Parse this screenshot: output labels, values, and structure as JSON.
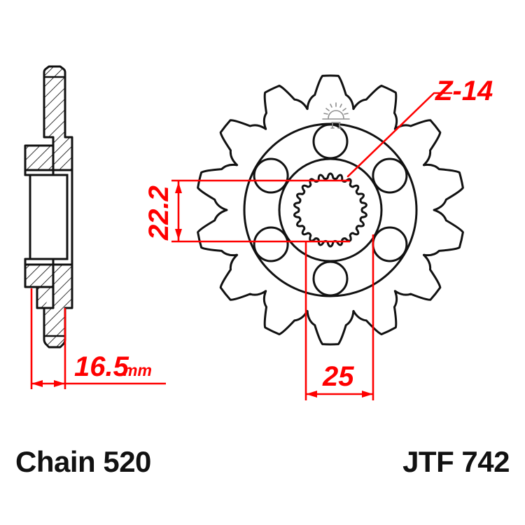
{
  "drawing": {
    "kind": "engineering-drawing",
    "subject": "motorcycle front sprocket",
    "background_color": "#ffffff",
    "outline_color": "#111111",
    "dimension_color": "#fe0000",
    "watermark_color": "#8e8e8e"
  },
  "views": {
    "section_view": {
      "name": "cross-section side view",
      "hatched": true
    },
    "front_view": {
      "name": "front face view",
      "tooth_count": 14,
      "bolt_hole_count": 6,
      "spline_count": 22
    }
  },
  "dimensions": {
    "thickness": {
      "value": "16.5",
      "unit": "mm",
      "label": "16.5 mm"
    },
    "bore_height": {
      "value": "22.2",
      "unit": "mm",
      "label": "22.2",
      "rotated": true
    },
    "bore_width": {
      "value": "25",
      "unit": "mm",
      "label": "25"
    }
  },
  "callouts": {
    "teeth": {
      "label": "Z-14",
      "meaning": "14 teeth"
    }
  },
  "footer": {
    "chain_label": "Chain 520",
    "part_number": "JTF 742"
  },
  "watermark": {
    "name": "sunrise-logo",
    "description": "small grey sun with rays above horizon line"
  }
}
